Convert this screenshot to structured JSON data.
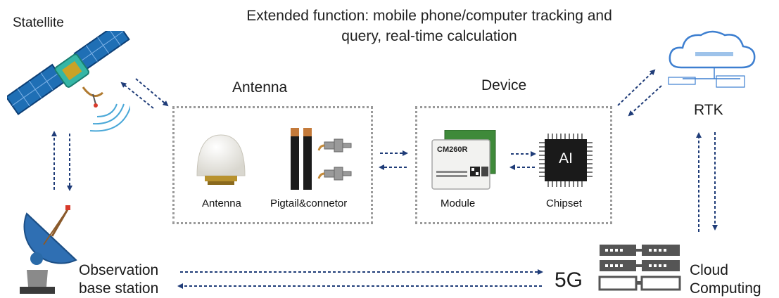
{
  "title_line1": "Extended function: mobile phone/computer tracking and",
  "title_line2": "query, real-time calculation",
  "satellite": {
    "label": "Statellite"
  },
  "station": {
    "label_line1": "Observation",
    "label_line2": "base station"
  },
  "antenna_group": {
    "heading": "Antenna",
    "items": [
      {
        "label": "Antenna"
      },
      {
        "label": "Pigtail&connetor"
      }
    ]
  },
  "device_group": {
    "heading": "Device",
    "module": {
      "label": "Module",
      "model": "CM260R"
    },
    "chipset": {
      "label": "Chipset",
      "chip_text": "AI"
    }
  },
  "rtk": {
    "label": "RTK"
  },
  "cloud": {
    "label_5g": "5G",
    "label_line1": "Cloud",
    "label_line2": "Computing"
  },
  "colors": {
    "arrow": "#1f3c78",
    "box_border": "#9a9a9a",
    "dish": "#2f6fb3",
    "satellite_body": "#35b6a6",
    "satellite_panel": "#1f6fb5"
  }
}
